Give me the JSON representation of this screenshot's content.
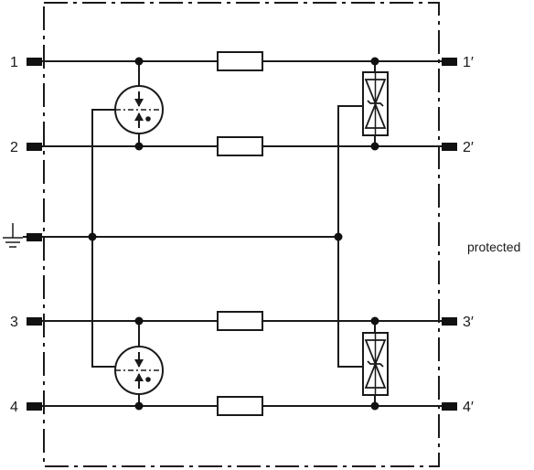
{
  "terminals": {
    "left": [
      "1",
      "2",
      "3",
      "4"
    ],
    "right": [
      "1′",
      "2′",
      "3′",
      "4′"
    ]
  },
  "side_label": "protected",
  "components": {
    "gas_discharge_tubes": 2,
    "resistors": 4,
    "tvs_diodes": 2
  }
}
